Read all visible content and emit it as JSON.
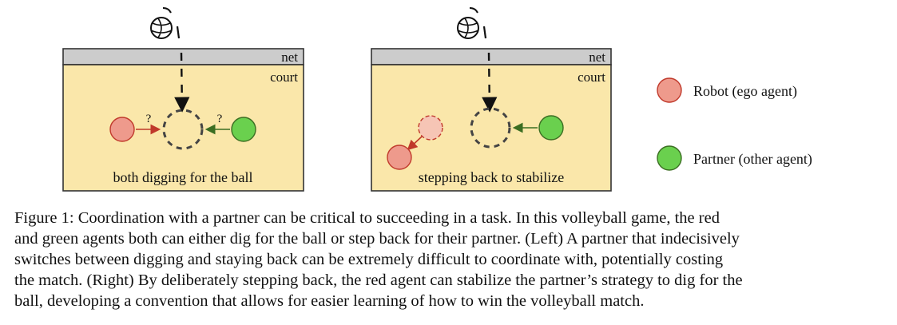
{
  "figure": {
    "panels": [
      {
        "net_label": "net",
        "court_label": "court",
        "arrow_label_left": "?",
        "arrow_label_right": "?",
        "panel_label": "both digging for the ball"
      },
      {
        "net_label": "net",
        "court_label": "court",
        "panel_label": "stepping back to stabilize"
      }
    ],
    "legend": [
      {
        "label": "Robot (ego agent)",
        "color": "#ee9a8c"
      },
      {
        "label": "Partner (other agent)",
        "color": "#6ad04e"
      }
    ],
    "colors": {
      "court_fill": "#fae7aa",
      "net_fill": "#cccccc",
      "robot": "#ee9a8c",
      "robot_ghost": "#f6c5b5",
      "partner": "#6ad04e",
      "robot_arrow": "#c0392b",
      "partner_arrow": "#3b6e22"
    }
  },
  "caption": {
    "lines": [
      "Figure 1: Coordination with a partner can be critical to succeeding in a task. In this volleyball game, the red",
      "and green agents both can either dig for the ball or step back for their partner. (Left) A partner that indecisively",
      "switches between digging and staying back can be extremely difficult to coordinate with, potentially costing",
      "the match. (Right) By deliberately stepping back, the red agent can stabilize the partner’s strategy to dig for the",
      "ball, developing a convention that allows for easier learning of how to win the volleyball match."
    ]
  }
}
